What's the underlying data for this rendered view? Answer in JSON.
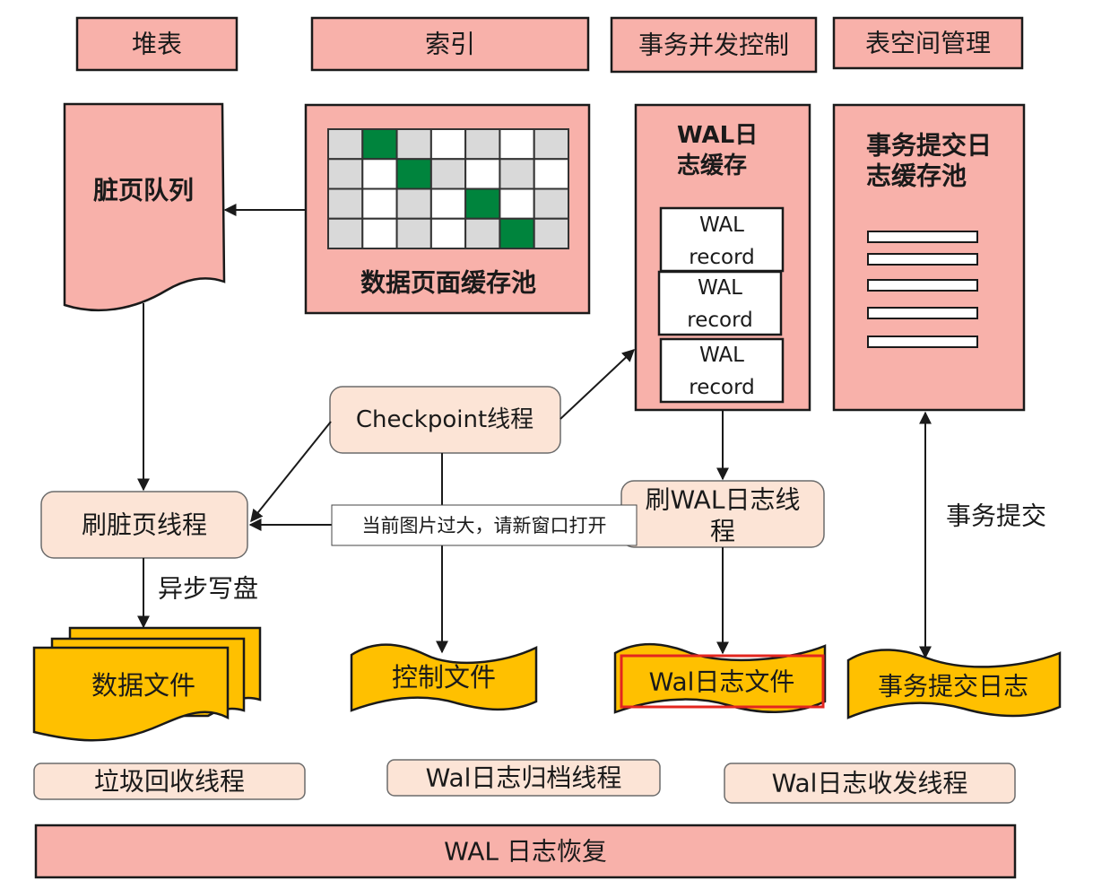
{
  "top_modules": {
    "heap_table": "堆表",
    "index": "索引",
    "concurrency_control": "事务并发控制",
    "tablespace": "表空间管理"
  },
  "dirty_page_queue": "脏页队列",
  "page_buffer_pool": {
    "label": "数据页面缓存池",
    "grid": [
      [
        "gray",
        "green",
        "gray",
        "white",
        "gray",
        "white",
        "gray"
      ],
      [
        "gray",
        "white",
        "green",
        "gray",
        "white",
        "gray",
        "white"
      ],
      [
        "gray",
        "white",
        "gray",
        "white",
        "green",
        "white",
        "gray"
      ],
      [
        "gray",
        "white",
        "gray",
        "white",
        "gray",
        "green",
        "gray"
      ]
    ]
  },
  "wal_buffer": {
    "title": [
      "WAL日",
      "志缓存"
    ],
    "records": [
      [
        "WAL",
        "record"
      ],
      [
        "WAL",
        "record"
      ],
      [
        "WAL",
        "record"
      ]
    ]
  },
  "commit_log_buffer": {
    "title": [
      "事务提交日",
      "志缓存池"
    ]
  },
  "threads": {
    "checkpoint": "Checkpoint线程",
    "flush_dirty_pages": "刷脏页线程",
    "flush_wal": [
      "刷WAL日志线",
      "程"
    ],
    "garbage_collection": "垃圾回收线程",
    "wal_archive": "Wal日志归档线程",
    "wal_send_receive": "Wal日志收发线程"
  },
  "files": {
    "data": "数据文件",
    "control": "控制文件",
    "wal": "Wal日志文件",
    "commit_log": "事务提交日志"
  },
  "edge_labels": {
    "async_write": "异步写盘",
    "commit": "事务提交"
  },
  "recovery": "WAL 日志恢复",
  "overlay_notice": "当前图片过大，请新窗口打开",
  "colors": {
    "module_fill": "#F8B1AA",
    "thread_fill": "#FCE4D6",
    "file_fill": "#FFC000",
    "cell_gray": "#D9D9D9",
    "cell_white": "#FFFFFF",
    "cell_green": "#00843D",
    "highlight": "#E3261F",
    "stroke": "#1A1A1A"
  }
}
